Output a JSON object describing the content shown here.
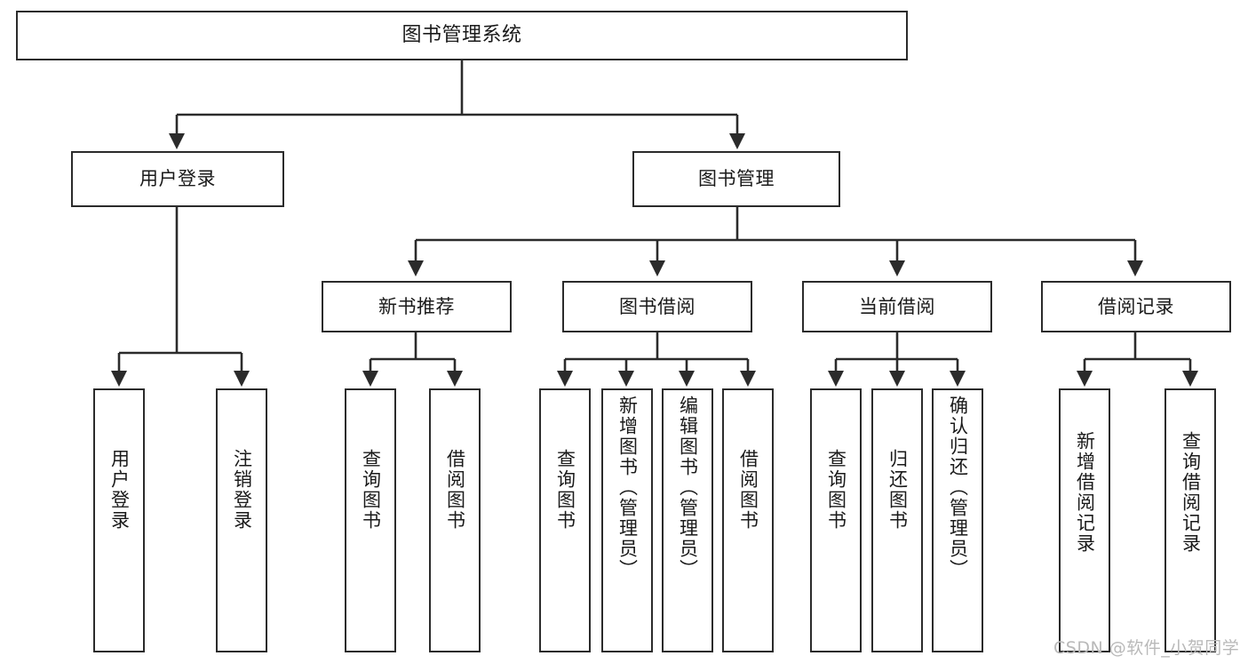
{
  "diagram": {
    "title": "图书管理系统",
    "type": "tree",
    "watermark": "CSDN @软件_小贺同学",
    "colors": {
      "background": "#ffffff",
      "node_border": "#2b2b2b",
      "node_fill": "#ffffff",
      "edge": "#2b2b2b",
      "text": "#1a1a1a",
      "watermark": "#b9b9b9"
    },
    "nodes": {
      "root": {
        "label": "图书管理系统"
      },
      "level2": [
        {
          "id": "user-login",
          "label": "用户登录"
        },
        {
          "id": "book-manage",
          "label": "图书管理"
        }
      ],
      "level3": [
        {
          "id": "new-book-recommend",
          "label": "新书推荐"
        },
        {
          "id": "book-borrow",
          "label": "图书借阅"
        },
        {
          "id": "current-borrow",
          "label": "当前借阅"
        },
        {
          "id": "borrow-record",
          "label": "借阅记录"
        }
      ],
      "leaves": {
        "user_login": [
          {
            "id": "leaf-user-login",
            "label": "用户登录"
          },
          {
            "id": "leaf-logout",
            "label": "注销登录"
          }
        ],
        "new_book_recommend": [
          {
            "id": "leaf-query-book-1",
            "label": "查询图书"
          },
          {
            "id": "leaf-borrow-book-1",
            "label": "借阅图书"
          }
        ],
        "book_borrow": [
          {
            "id": "leaf-query-book-2",
            "label": "查询图书"
          },
          {
            "id": "leaf-add-book",
            "label": "新增图书（管理员）"
          },
          {
            "id": "leaf-edit-book",
            "label": "编辑图书（管理员）"
          },
          {
            "id": "leaf-borrow-book-2",
            "label": "借阅图书"
          }
        ],
        "current_borrow": [
          {
            "id": "leaf-query-book-3",
            "label": "查询图书"
          },
          {
            "id": "leaf-return-book",
            "label": "归还图书"
          },
          {
            "id": "leaf-confirm-return",
            "label": "确认归还（管理员）"
          }
        ],
        "borrow_record": [
          {
            "id": "leaf-add-record",
            "label": "新增借阅记录"
          },
          {
            "id": "leaf-query-record",
            "label": "查询借阅记录"
          }
        ]
      }
    }
  }
}
